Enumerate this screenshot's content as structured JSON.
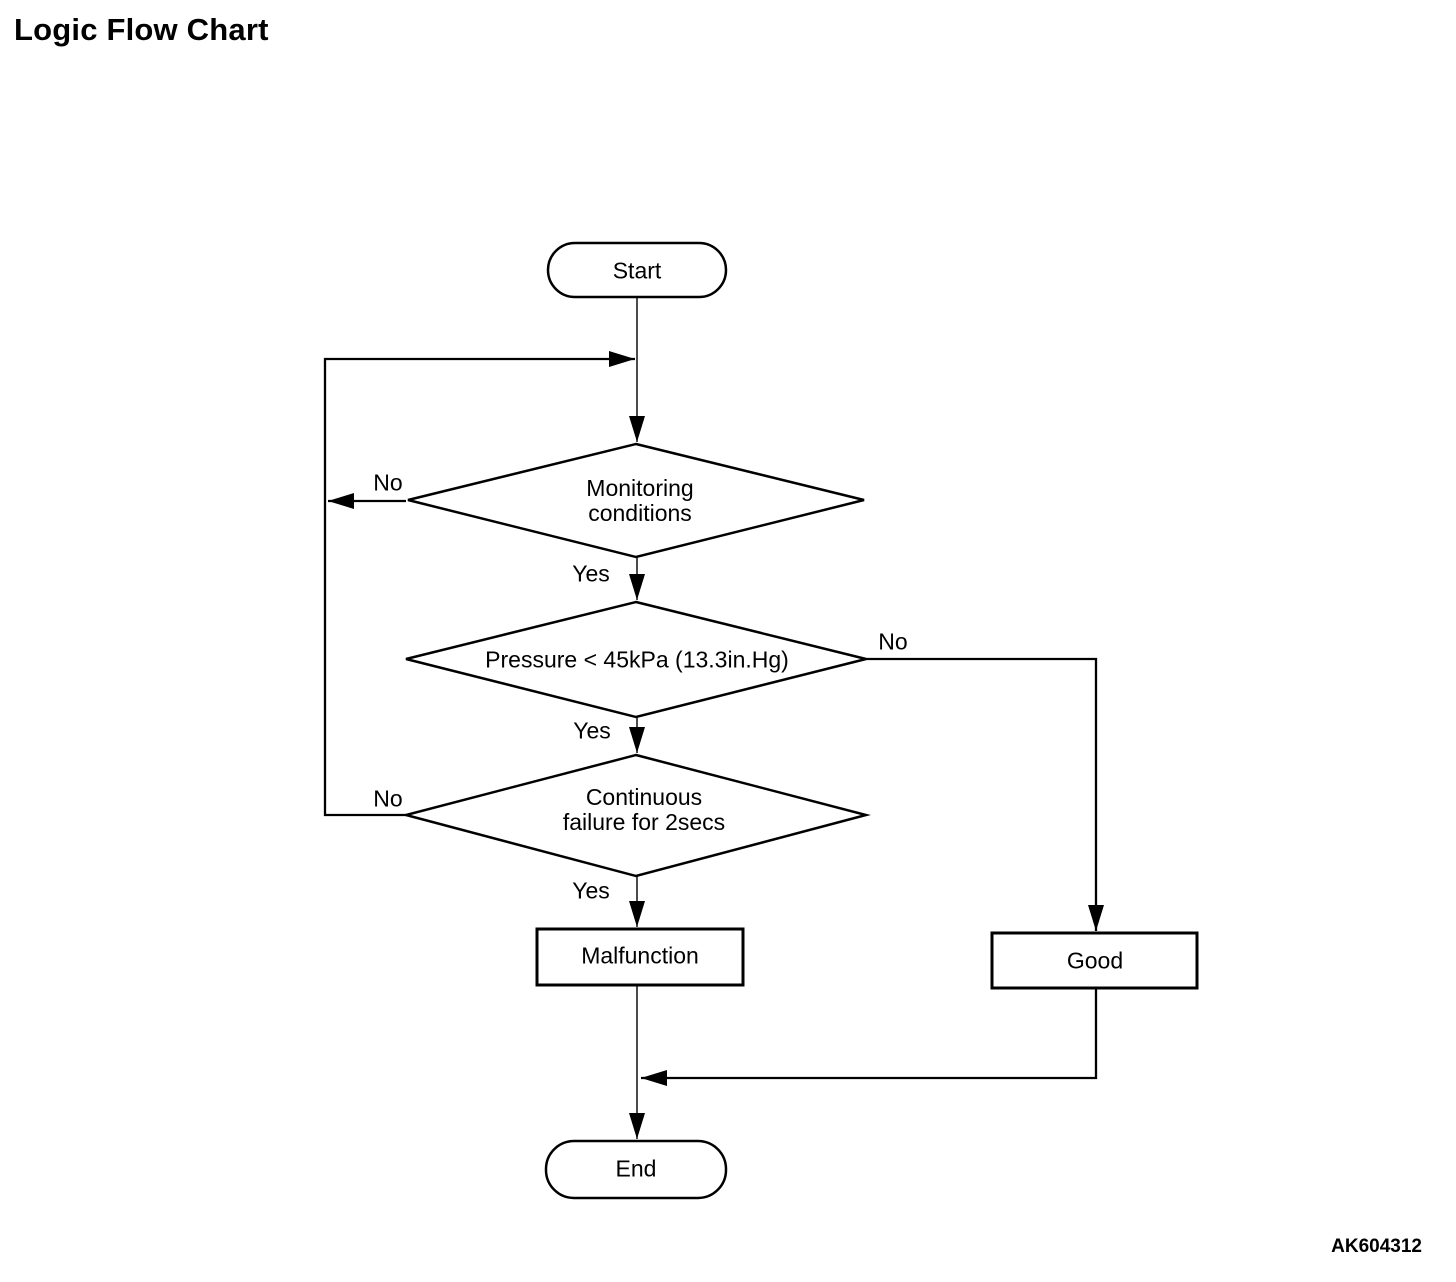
{
  "page": {
    "title": "Logic Flow Chart",
    "figure_code": "AK604312"
  },
  "colors": {
    "ink": "#000000",
    "background": "#ffffff"
  },
  "flowchart": {
    "nodes": [
      {
        "id": "start",
        "type": "terminator",
        "label": "Start"
      },
      {
        "id": "monitoring-conditions",
        "type": "decision",
        "line1": "Monitoring",
        "line2": "conditions"
      },
      {
        "id": "pressure-check",
        "type": "decision",
        "label": "Pressure < 45kPa (13.3in.Hg)"
      },
      {
        "id": "continuous-failure",
        "type": "decision",
        "line1": "Continuous",
        "line2": "failure for 2secs"
      },
      {
        "id": "malfunction",
        "type": "process",
        "label": "Malfunction"
      },
      {
        "id": "good",
        "type": "process",
        "label": "Good"
      },
      {
        "id": "end",
        "type": "terminator",
        "label": "End"
      }
    ],
    "branches": {
      "monitoring_no": "No",
      "monitoring_yes": "Yes",
      "pressure_no": "No",
      "pressure_yes": "Yes",
      "continuous_no": "No",
      "continuous_yes": "Yes"
    }
  }
}
